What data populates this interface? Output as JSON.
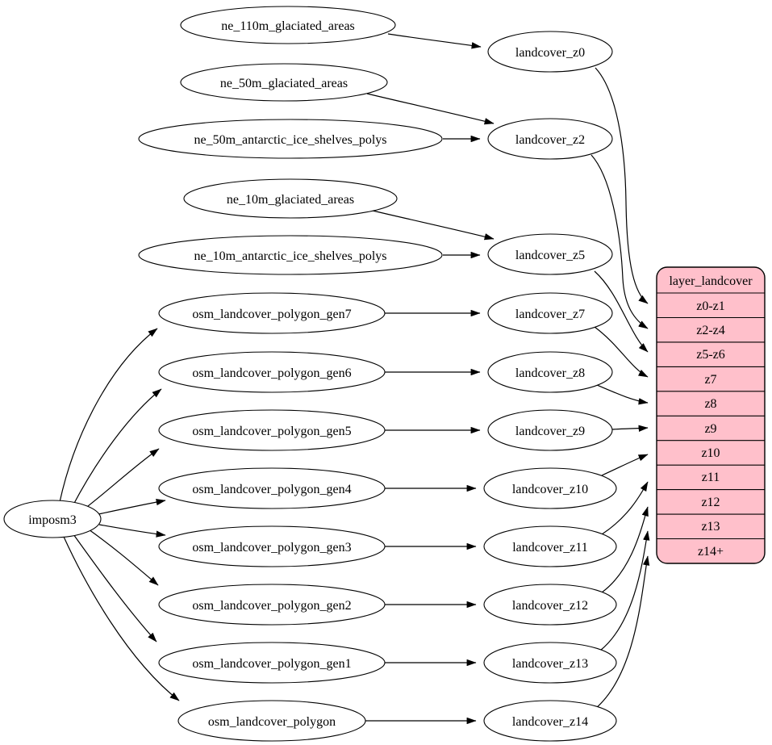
{
  "diagram": {
    "colors": {
      "background": "#ffffff",
      "node_fill": "#ffffff",
      "node_stroke": "#000000",
      "edge_color": "#000000",
      "record_fill": "#ffc0cb"
    },
    "imposm3": {
      "label": "imposm3"
    },
    "sources": [
      {
        "label": "ne_110m_glaciated_areas"
      },
      {
        "label": "ne_50m_glaciated_areas"
      },
      {
        "label": "ne_50m_antarctic_ice_shelves_polys"
      },
      {
        "label": "ne_10m_glaciated_areas"
      },
      {
        "label": "ne_10m_antarctic_ice_shelves_polys"
      },
      {
        "label": "osm_landcover_polygon_gen7"
      },
      {
        "label": "osm_landcover_polygon_gen6"
      },
      {
        "label": "osm_landcover_polygon_gen5"
      },
      {
        "label": "osm_landcover_polygon_gen4"
      },
      {
        "label": "osm_landcover_polygon_gen3"
      },
      {
        "label": "osm_landcover_polygon_gen2"
      },
      {
        "label": "osm_landcover_polygon_gen1"
      },
      {
        "label": "osm_landcover_polygon"
      }
    ],
    "intermediates": [
      {
        "label": "landcover_z0"
      },
      {
        "label": "landcover_z2"
      },
      {
        "label": "landcover_z5"
      },
      {
        "label": "landcover_z7"
      },
      {
        "label": "landcover_z8"
      },
      {
        "label": "landcover_z9"
      },
      {
        "label": "landcover_z10"
      },
      {
        "label": "landcover_z11"
      },
      {
        "label": "landcover_z12"
      },
      {
        "label": "landcover_z13"
      },
      {
        "label": "landcover_z14"
      }
    ],
    "record": {
      "title": "layer_landcover",
      "rows": [
        "z0-z1",
        "z2-z4",
        "z5-z6",
        "z7",
        "z8",
        "z9",
        "z10",
        "z11",
        "z12",
        "z13",
        "z14+"
      ]
    },
    "edges": [
      {
        "from": "ne_110m_glaciated_areas",
        "to": "landcover_z0"
      },
      {
        "from": "ne_50m_glaciated_areas",
        "to": "landcover_z2"
      },
      {
        "from": "ne_50m_antarctic_ice_shelves_polys",
        "to": "landcover_z2"
      },
      {
        "from": "ne_10m_glaciated_areas",
        "to": "landcover_z5"
      },
      {
        "from": "ne_10m_antarctic_ice_shelves_polys",
        "to": "landcover_z5"
      },
      {
        "from": "imposm3",
        "to": "osm_landcover_polygon_gen7"
      },
      {
        "from": "imposm3",
        "to": "osm_landcover_polygon_gen6"
      },
      {
        "from": "imposm3",
        "to": "osm_landcover_polygon_gen5"
      },
      {
        "from": "imposm3",
        "to": "osm_landcover_polygon_gen4"
      },
      {
        "from": "imposm3",
        "to": "osm_landcover_polygon_gen3"
      },
      {
        "from": "imposm3",
        "to": "osm_landcover_polygon_gen2"
      },
      {
        "from": "imposm3",
        "to": "osm_landcover_polygon_gen1"
      },
      {
        "from": "imposm3",
        "to": "osm_landcover_polygon"
      },
      {
        "from": "osm_landcover_polygon_gen7",
        "to": "landcover_z7"
      },
      {
        "from": "osm_landcover_polygon_gen6",
        "to": "landcover_z8"
      },
      {
        "from": "osm_landcover_polygon_gen5",
        "to": "landcover_z9"
      },
      {
        "from": "osm_landcover_polygon_gen4",
        "to": "landcover_z10"
      },
      {
        "from": "osm_landcover_polygon_gen3",
        "to": "landcover_z11"
      },
      {
        "from": "osm_landcover_polygon_gen2",
        "to": "landcover_z12"
      },
      {
        "from": "osm_landcover_polygon_gen1",
        "to": "landcover_z13"
      },
      {
        "from": "osm_landcover_polygon",
        "to": "landcover_z14"
      },
      {
        "from": "landcover_z0",
        "to": "layer_landcover:z0-z1"
      },
      {
        "from": "landcover_z2",
        "to": "layer_landcover:z2-z4"
      },
      {
        "from": "landcover_z5",
        "to": "layer_landcover:z5-z6"
      },
      {
        "from": "landcover_z7",
        "to": "layer_landcover:z7"
      },
      {
        "from": "landcover_z8",
        "to": "layer_landcover:z8"
      },
      {
        "from": "landcover_z9",
        "to": "layer_landcover:z9"
      },
      {
        "from": "landcover_z10",
        "to": "layer_landcover:z10"
      },
      {
        "from": "landcover_z11",
        "to": "layer_landcover:z11"
      },
      {
        "from": "landcover_z12",
        "to": "layer_landcover:z12"
      },
      {
        "from": "landcover_z13",
        "to": "layer_landcover:z13"
      },
      {
        "from": "landcover_z14",
        "to": "layer_landcover:z14+"
      }
    ]
  }
}
